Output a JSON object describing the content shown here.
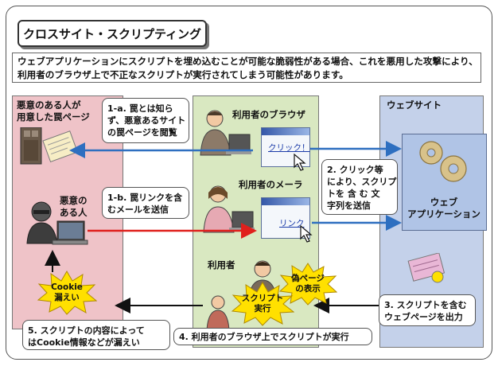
{
  "title": "クロスサイト・スクリプティング",
  "description": {
    "line1": "ウェブアプリケーションにスクリプトを埋め込むことが可能な脆弱性がある場合、これを悪用した攻撃により、",
    "line2": "利用者のブラウザ上で不正なスクリプトが実行されてしまう可能性があります。"
  },
  "left_panel": {
    "trap_page_label": {
      "line1": "悪意のある人が",
      "line2": "用意した罠ページ"
    },
    "attacker_label": {
      "line1": "悪意の",
      "line2": "ある人"
    }
  },
  "middle_panel": {
    "browser_label": "利用者のブラウザ",
    "mailer_label": "利用者のメーラ",
    "user_label": "利用者",
    "browser_link": "クリック！",
    "mail_link": "リンク"
  },
  "right_panel": {
    "website_label": "ウェブサイト",
    "app_label": {
      "line1": "ウェブ",
      "line2": "アプリケーション"
    }
  },
  "steps": {
    "step1a": {
      "line1": "1-a. 罠とは知ら",
      "line2": "ず、悪意あるサイト",
      "line3": "の罠ページを閲覧"
    },
    "step1b": {
      "line1": "1-b. 罠リンクを含",
      "line2": "むメールを送信"
    },
    "step2": {
      "line1": "2. クリック等",
      "line2": "により、スクリプ",
      "line3": "トを 含 む 文",
      "line4": "字列を送信"
    },
    "step3": {
      "line1": "3. スクリプトを含む",
      "line2": "ウェブページを出力"
    },
    "step4": "4. 利用者のブラウザ上でスクリプトが実行",
    "step5": {
      "line1": "5. スクリプトの内容によって",
      "line2": "はCookie情報などが漏えい"
    }
  },
  "bursts": {
    "cookie": {
      "line1": "Cookie",
      "line2": "漏えい"
    },
    "fake": {
      "line1": "偽ページ",
      "line2": "の表示"
    },
    "script": {
      "line1": "スクリプト",
      "line2": "実行"
    }
  },
  "colors": {
    "left_panel": "#efc3c8",
    "middle_panel": "#d9e8c1",
    "right_panel": "#c4d1ea",
    "arrow_blue": "#2e6fc0",
    "arrow_red": "#e0201c",
    "burst_yellow": "#ffe000"
  }
}
